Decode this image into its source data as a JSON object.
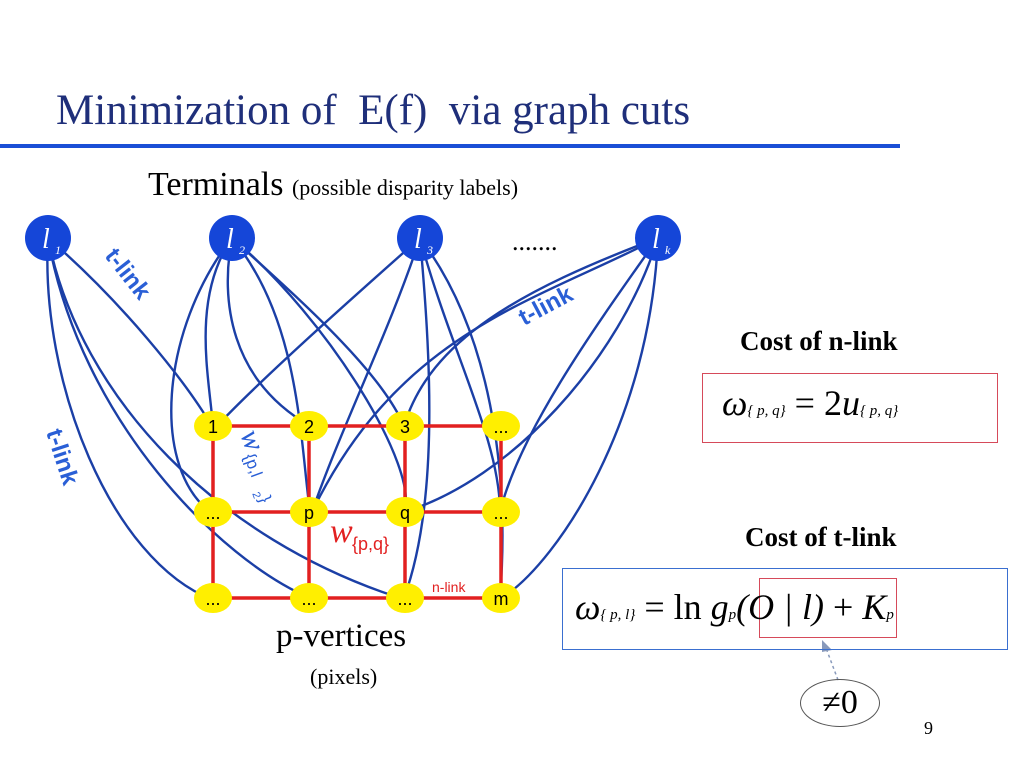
{
  "slide": {
    "title": "Minimization of  E(f)  via graph cuts",
    "terminals_heading": "Terminals",
    "terminals_sub": "(possible disparity labels)",
    "terminal_ellipsis": ".......",
    "pvertices_label": "p-vertices",
    "pvertices_sub": "(pixels)",
    "page_number": "9",
    "colors": {
      "title_text": "#1f2f7a",
      "title_rule": "#1a4fd6",
      "terminal_node": "#1546d8",
      "link_curve": "#1b3fa6",
      "pixel_node": "#ffef00",
      "nlink_grid": "#e22020",
      "tlink_label": "#2a5fd6"
    }
  },
  "terminals": [
    {
      "main": "l",
      "sub": "1"
    },
    {
      "main": "l",
      "sub": "2"
    },
    {
      "main": "l",
      "sub": "3"
    },
    {
      "main": "l",
      "sub": "k"
    }
  ],
  "pixels": {
    "rows": [
      [
        "1",
        "2",
        "3",
        "..."
      ],
      [
        "...",
        "p",
        "q",
        "..."
      ],
      [
        "...",
        "...",
        "...",
        "m"
      ]
    ]
  },
  "graph_labels": {
    "tlink_labels": [
      "t-link",
      "t-link",
      "t-link"
    ],
    "nlink_label": "n-link",
    "w_pl2_main": "w",
    "w_pl2_sub": "{p,l",
    "w_pl2_subsub": "2",
    "w_pl2_close": "}",
    "w_pq_main": "w",
    "w_pq_sub": "{p,q}"
  },
  "nlink_cost": {
    "title": "Cost of n-link",
    "omega": "ω",
    "omega_sub": "{ p, q}",
    "equals": "=",
    "two": "2",
    "u": "u",
    "u_sub": "{ p, q}"
  },
  "tlink_cost": {
    "title": "Cost of t-link",
    "omega": "ω",
    "omega_sub": "{ p, l}",
    "equals": "=",
    "ln": "ln",
    "g": "g",
    "g_sub": "p",
    "args": "(O | l)",
    "plus": "+",
    "K": "K",
    "K_sub": "p",
    "annotation": "≠0"
  }
}
